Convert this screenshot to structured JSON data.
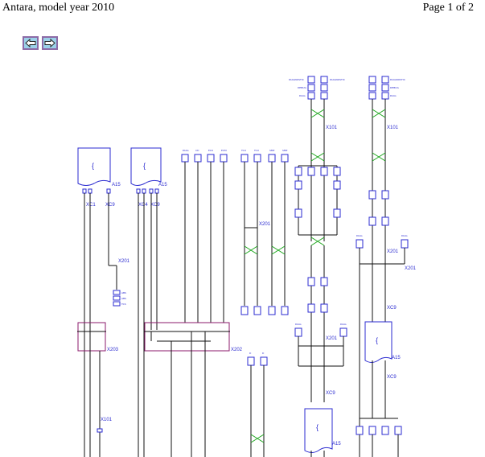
{
  "header": {
    "title": "Antara, model year 2010",
    "page": "Page 1 of 2"
  },
  "nav": {
    "prev_icon": "arrow-left-icon",
    "next_icon": "arrow-right-icon"
  },
  "diagram": {
    "modules": {
      "a15_left": "A15",
      "a15_right": "A15",
      "a15_bottom": "A15",
      "a15_center": "A15"
    },
    "connectors": {
      "xc1": "XC1",
      "xc9_a": "XC9",
      "xc4": "XC4",
      "xc9_b": "XC9",
      "x201_a": "X201",
      "x201_b": "X201",
      "x201_c": "X201",
      "x201_d": "X201",
      "x201_e": "X201",
      "x203": "X203",
      "x202": "X202",
      "x101_a": "X101",
      "x101_b": "X101",
      "x101_c": "X101",
      "xc9_c": "XC9",
      "xc9_d": "XC9",
      "xc9_e": "XC9"
    },
    "colors": {
      "wire": "#111111",
      "label": "#2b2bd0",
      "splice": "#1aa51a",
      "shield": "#8b1a6b",
      "nav_fill": "#9bd0e8",
      "nav_border": "#8c6aa6"
    }
  }
}
